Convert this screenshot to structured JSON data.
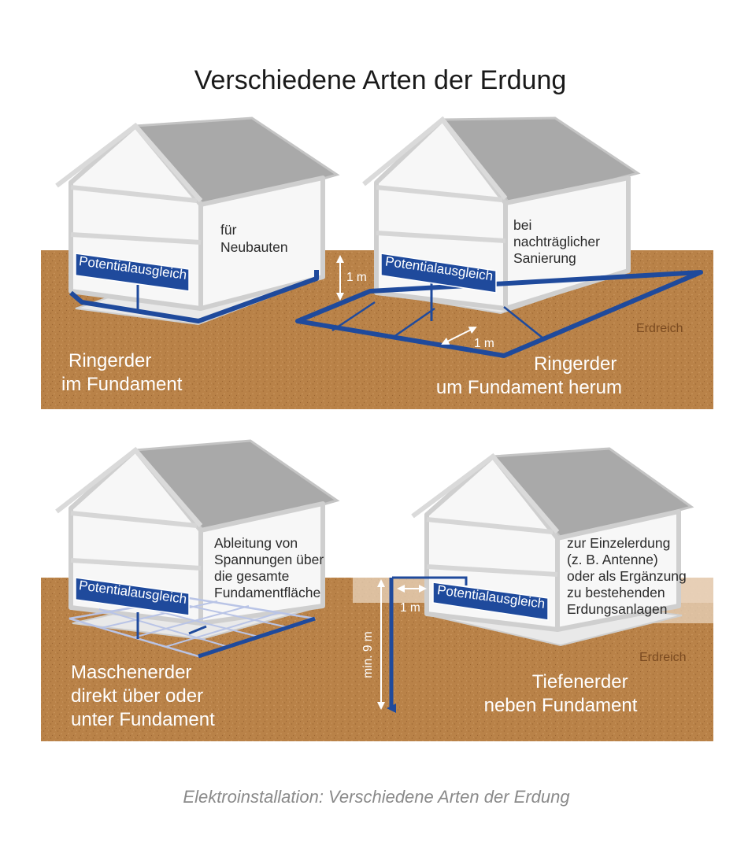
{
  "title": "Verschiedene Arten der Erdung",
  "caption": "Elektroinstallation: Verschiedene Arten der Erdung",
  "colors": {
    "soil": "#b98248",
    "electrode": "#1f4a9c",
    "plate": "#1f4a9c",
    "wall": "#f7f7f7",
    "wall_edge": "#cfcfcf",
    "roof": "#a9a9a9",
    "foundation": "#e8e8e8"
  },
  "panels": [
    {
      "plate_label": "Potentialausgleich",
      "note_lines": [
        "für",
        "Neubauten"
      ],
      "type_lines": [
        "Ringerder",
        "im Fundament"
      ]
    },
    {
      "plate_label": "Potentialausgleich",
      "note_lines": [
        "bei",
        "nachträglicher",
        "Sanierung"
      ],
      "type_lines": [
        "Ringerder",
        "um Fundament herum"
      ],
      "dim_depth": "1 m",
      "dim_distance": "1 m",
      "soil_label": "Erdreich"
    },
    {
      "plate_label": "Potentialausgleich",
      "note_lines": [
        "Ableitung von",
        "Spannungen über",
        "die gesamte",
        "Fundamentfläche"
      ],
      "type_lines": [
        "Maschenerder",
        "direkt über oder",
        "unter Fundament"
      ]
    },
    {
      "plate_label": "Potentialausgleich",
      "note_lines": [
        "zur Einzelerdung",
        "(z. B. Antenne)",
        "oder als Ergänzung",
        "zu bestehenden",
        "Erdungsanlagen"
      ],
      "type_lines": [
        "Tiefenerder",
        "neben Fundament"
      ],
      "dim_distance": "1 m",
      "dim_depth": "min. 9 m",
      "soil_label": "Erdreich"
    }
  ]
}
